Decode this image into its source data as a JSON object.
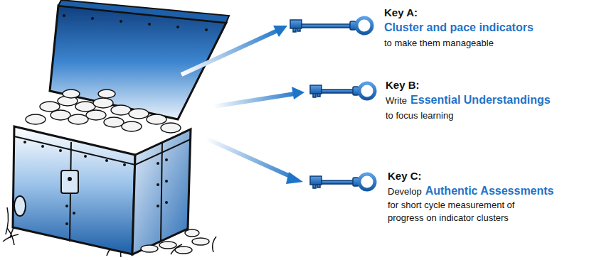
{
  "diagram": {
    "labels": [
      "Key A:",
      "Cluster and pace indicators",
      "to make them manageable",
      "Key B:",
      "Write",
      "Essential Understandings",
      "to focus learning",
      "Key C:",
      "Develop",
      "Authentic Assessments",
      "for short cycle measurement of progress on indicator clusters"
    ]
  }
}
